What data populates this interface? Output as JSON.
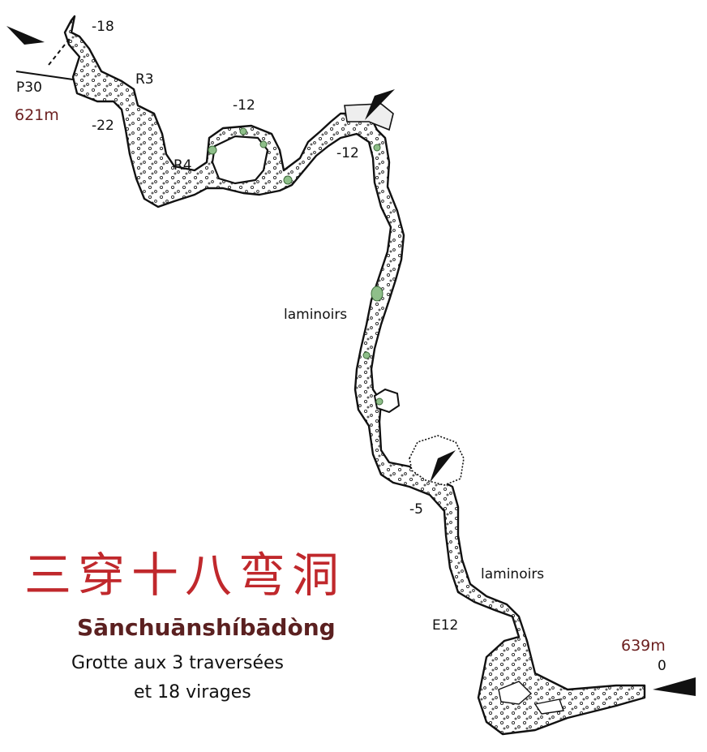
{
  "map": {
    "depth_labels": {
      "d_18": "-18",
      "d_22": "-22",
      "d_12_loop": "-12",
      "d_12_entrance": "-12",
      "d_5": "-5",
      "d_0": "0"
    },
    "feature_labels": {
      "p30": "P30",
      "r3": "R3",
      "r4": "R4",
      "e12": "E12",
      "laminoirs_upper": "laminoirs",
      "laminoirs_lower": "laminoirs"
    },
    "altitudes": {
      "upper_entrance": "621m",
      "lower_entrance": "639m"
    },
    "colors": {
      "passage_outline": "#111111",
      "fill_green": "#8fbf8a",
      "altitude_text": "#6b1f1f",
      "title_red": "#c0282c",
      "pinyin_text": "#5b2020"
    }
  },
  "title": {
    "chinese": "三穿十八弯洞",
    "pinyin": "Sānchuānshíbādòng",
    "subtitle_line1": "Grotte aux 3 traversées",
    "subtitle_line2": "et 18 virages"
  }
}
